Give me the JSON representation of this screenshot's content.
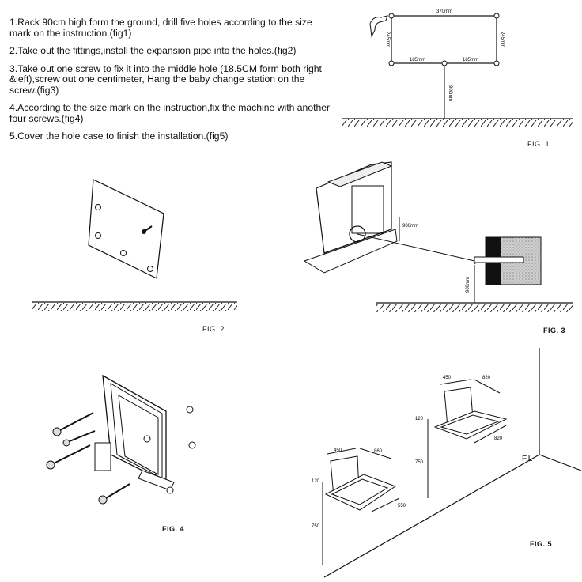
{
  "instructions": [
    "1.Rack 90cm high form the ground, drill five holes according to the size mark on the instruction.(fig1)",
    "2.Take out the fittings,install the expansion pipe into the holes.(fig2)",
    "3.Take out one screw to fix it into the middle hole (18.5CM form both right &left),screw out one centimeter, Hang the baby change station on the screw.(fig3)",
    "4.According to the size mark on the instruction,fix the machine with another four screws.(fig4)",
    "5.Cover the hole case to finish the installation.(fig5)"
  ],
  "fig1": {
    "caption": "FIG. 1",
    "width": "370mm",
    "height_left": "245mm",
    "height_right": "245mm",
    "half_left": "185mm",
    "half_right": "185mm",
    "floor_height": "900mm"
  },
  "fig2": {
    "caption": "FIG. 2"
  },
  "fig3": {
    "caption": "FIG. 3",
    "height_top": "900mm",
    "height_side": "900mm"
  },
  "fig4": {
    "caption": "FIG. 4"
  },
  "fig5": {
    "caption": "FIG. 5",
    "floor_label": "F.L",
    "left_seat": {
      "d450": "450",
      "d860": "860",
      "d120": "120",
      "d550": "550",
      "d750": "750"
    },
    "right_seat": {
      "d450": "450",
      "d820a": "820",
      "d120": "120",
      "d820b": "820",
      "d750": "750"
    }
  }
}
